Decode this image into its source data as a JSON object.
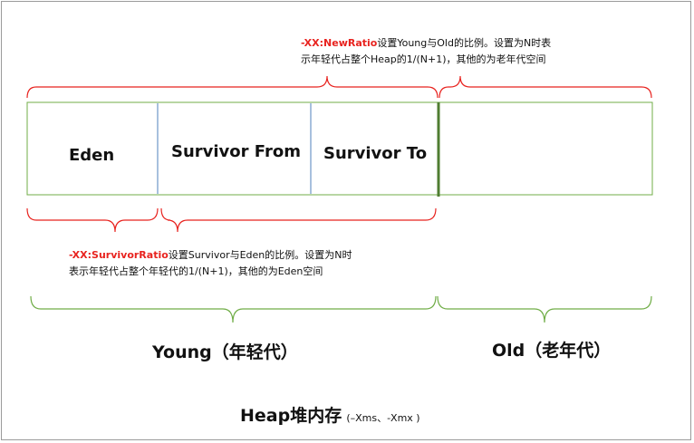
{
  "heap": {
    "regions": {
      "eden": "Eden",
      "survivor_from": "Survivor From",
      "survivor_to": "Survivor To"
    },
    "new_ratio_note": {
      "flag": "-XX:NewRatio",
      "line1_rest": "设置Young与Old的比例。设置为N时表",
      "line2": "示年轻代占整个Heap的1/(N+1)，其他的为老年代空间"
    },
    "survivor_ratio_note": {
      "flag": "-XX:SurvivorRatio",
      "line1_rest": "设置Survivor与Eden的比例。设置为N时",
      "line2": "表示年轻代占整个年轻代的1/(N+1)，其他的为Eden空间"
    },
    "young_label": "Young（年轻代）",
    "old_label": "Old（老年代）",
    "heap_title": "Heap堆内存",
    "heap_params": "(–Xms、-Xmx )"
  },
  "colors": {
    "box_border": "#70ad47",
    "divider": "#4f81bd",
    "brace_red": "#e8231f",
    "brace_green": "#70ad47",
    "flag_red": "#e8231f"
  }
}
